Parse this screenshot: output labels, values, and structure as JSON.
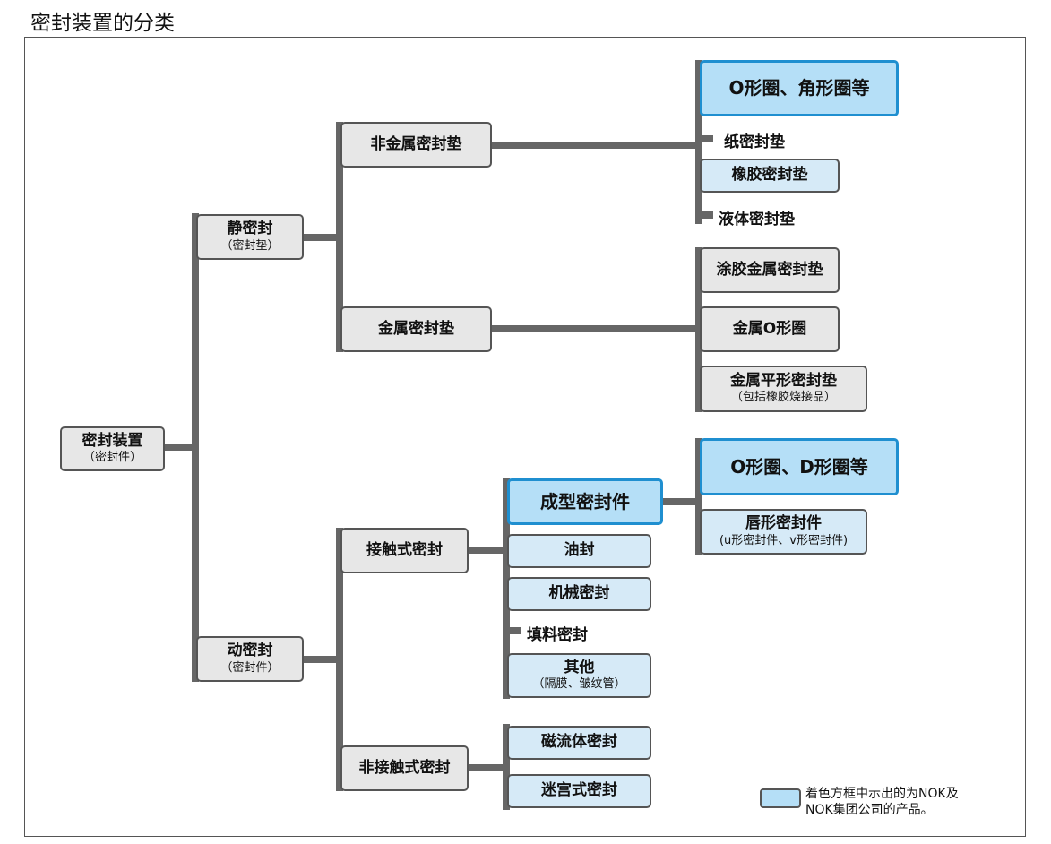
{
  "title": "密封装置的分类",
  "root": {
    "label": "密封装置",
    "sub": "（密封件）"
  },
  "static_seal": {
    "label": "静密封",
    "sub": "（密封垫）"
  },
  "dynamic_seal": {
    "label": "动密封",
    "sub": "（密封件）"
  },
  "nonmetal_gasket": {
    "label": "非金属密封垫"
  },
  "metal_gasket": {
    "label": "金属密封垫"
  },
  "contact_seal": {
    "label": "接触式密封"
  },
  "noncontact_seal": {
    "label": "非接触式密封"
  },
  "nonmetal_children": {
    "oring_square": "O形圈、角形圈等",
    "paper": "纸密封垫",
    "rubber": "橡胶密封垫",
    "liquid": "液体密封垫"
  },
  "metal_children": {
    "coated": "涂胶金属密封垫",
    "metal_oring": "金属O形圈",
    "flat": "金属平形密封垫",
    "flat_sub": "（包括橡胶烧接品）"
  },
  "contact_children": {
    "molded": "成型密封件",
    "oil": "油封",
    "mechanical": "机械密封",
    "packing": "填料密封",
    "other": "其他",
    "other_sub": "（隔膜、皱纹管）"
  },
  "molded_children": {
    "oring_d": "O形圈、D形圈等",
    "lip": "唇形密封件",
    "lip_sub": "(u形密封件、v形密封件)"
  },
  "noncontact_children": {
    "magnetic": "磁流体密封",
    "labyrinth": "迷宫式密封"
  },
  "legend": {
    "line1": "着色方框中示出的为NOK及",
    "line2": "NOK集团公司的产品。"
  },
  "colors": {
    "nok_fill": "#b5dff7",
    "nok_border": "#1f8fd0",
    "light_blue_fill": "#d6eaf7",
    "gray_fill": "#e7e7e7",
    "connector": "#666666"
  }
}
